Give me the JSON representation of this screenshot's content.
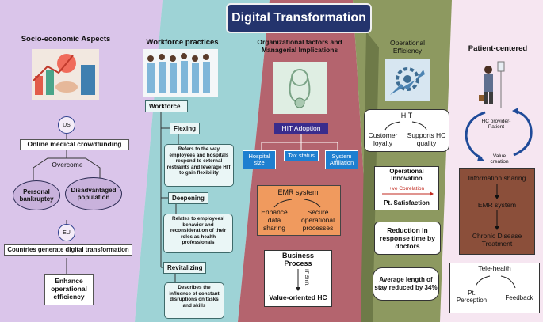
{
  "title": "Digital Transformation",
  "colors": {
    "socio_bg": "#dac5ea",
    "workforce_bg": "#9ed3d6",
    "org_bg": "#b4646e",
    "operational_bg": "#8d9960",
    "patient_bg": "#f6e6f1",
    "title_bg": "#24346d"
  },
  "socio": {
    "heading": "Socio-economic Aspects",
    "us": "US",
    "crowdfunding": "Online medical crowdfunding",
    "overcome": "Overcome",
    "personal": "Personal bankruptcy",
    "disadvantaged": "Disadvantaged population",
    "eu": "EU",
    "countries": "Countries generate digital transformation",
    "enhance": "Enhance operational efficiency"
  },
  "workforce": {
    "heading": "Workforce practices",
    "workforce_label": "Workforce",
    "flexing": "Flexing",
    "flexing_desc": "Refers to the way employees and hospitals respond to external restraints and leverage HIT to gain flexibility",
    "deepening": "Deepening",
    "deepening_desc": "Relates to employees' behavior and reconsideration of their roles as health professionals",
    "revitalizing": "Revitalizing",
    "revitalizing_desc": "Describes the influence of constant disruptions on tasks and skills"
  },
  "org": {
    "heading": "Organizational factors and Managerial Implications",
    "hit_adoption": "HIT Adoption",
    "hospital_size": "Hospital size",
    "tax_status": "Tax status",
    "system_affiliation": "System Affiliation",
    "emr_system": "EMR system",
    "enhance_data": "Enhance data sharing",
    "secure_ops": "Secure operational processes",
    "business_process": "Business Process",
    "it_shift": "IT Shift",
    "value_oriented": "Value-oriented HC"
  },
  "operational": {
    "heading": "Operational Efficiency",
    "hit": "HIT",
    "customer_loyalty": "Customer loyalty",
    "supports_quality": "Supports HC quality",
    "op_innovation": "Operational Innovation",
    "ve_correlation": "+ve Correlation",
    "pt_satisfaction": "Pt. Satisfaction",
    "reduction": "Reduction in response time by doctors",
    "avg_stay": "Average length of stay reduced by 34%"
  },
  "patient": {
    "heading": "Patient-centered",
    "hc_provider": "HC provider-Patient",
    "value_creation": "Value creation",
    "info_sharing": "Information sharing",
    "emr_system": "EMR system",
    "chronic": "Chronic Disease Treatment",
    "telehealth": "Tele-health",
    "pt_perception": "Pt. Perception",
    "feedback": "Feedback"
  }
}
